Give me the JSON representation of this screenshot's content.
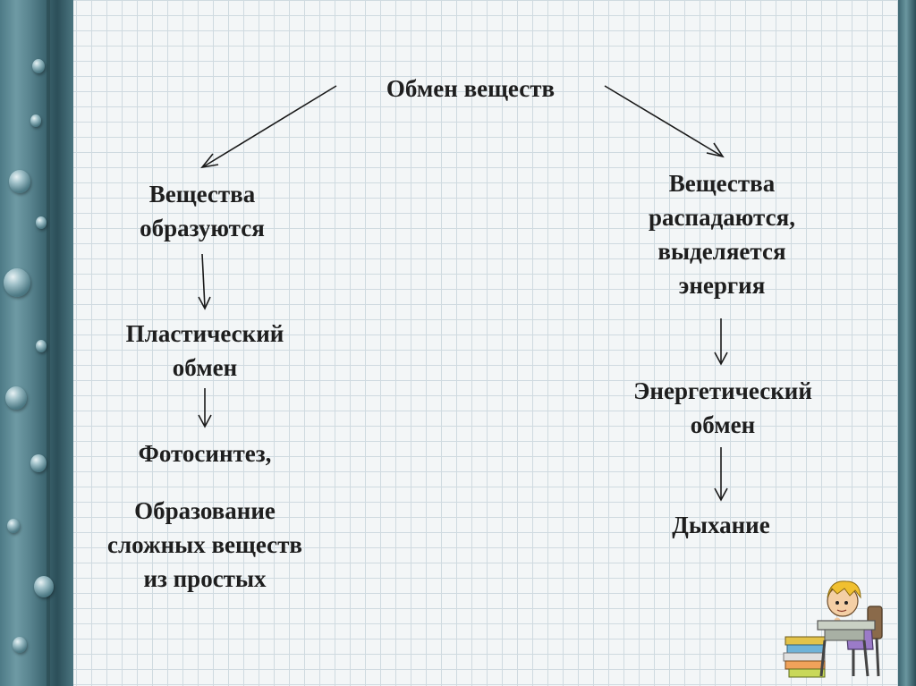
{
  "diagram": {
    "root": "Обмен веществ",
    "left_branch": {
      "condition_line1": "Вещества",
      "condition_line2": "образуются",
      "process_line1": "Пластический",
      "process_line2": "обмен",
      "example": "Фотосинтез,",
      "result_line1": "Образование",
      "result_line2": "сложных веществ",
      "result_line3": "из простых"
    },
    "right_branch": {
      "condition_line1": "Вещества",
      "condition_line2": "распадаются,",
      "condition_line3": "выделяется",
      "condition_line4": "энергия",
      "process_line1": "Энергетический",
      "process_line2": "обмен",
      "example": "Дыхание"
    }
  },
  "decoration": {
    "clipart": "boy-at-desk-with-books",
    "frame": "teal-glass-droplets"
  }
}
